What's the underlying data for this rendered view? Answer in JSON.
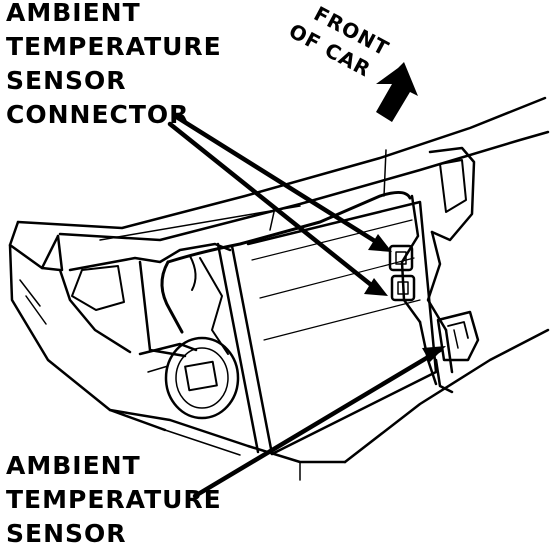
{
  "labels": {
    "connector": [
      "AMBIENT",
      "TEMPERATURE",
      "SENSOR",
      "CONNECTOR"
    ],
    "sensor": [
      "AMBIENT",
      "TEMPERATURE",
      "SENSOR"
    ],
    "front": [
      "FRONT",
      "OF CAR"
    ]
  },
  "colors": {
    "ink": "#000000",
    "paper": "#ffffff"
  },
  "icons": {
    "direction": "front-arrow-icon"
  }
}
